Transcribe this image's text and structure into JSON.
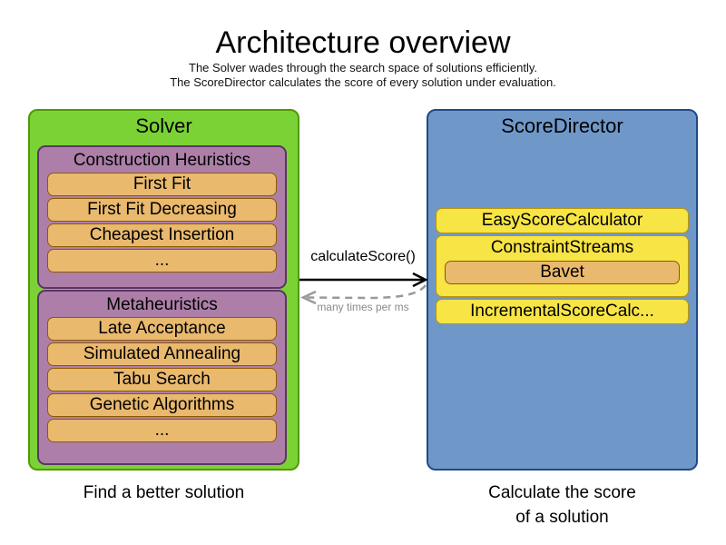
{
  "title": "Architecture overview",
  "subtitle_line1": "The Solver wades through the search space of solutions efficiently.",
  "subtitle_line2": "The ScoreDirector calculates the score of every solution under evaluation.",
  "solver": {
    "title": "Solver",
    "caption": "Find a better solution",
    "sections": [
      {
        "title": "Construction Heuristics",
        "items": [
          "First Fit",
          "First Fit Decreasing",
          "Cheapest Insertion",
          "..."
        ]
      },
      {
        "title": "Metaheuristics",
        "items": [
          "Late Acceptance",
          "Simulated Annealing",
          "Tabu Search",
          "Genetic Algorithms",
          "..."
        ]
      }
    ]
  },
  "score_director": {
    "title": "ScoreDirector",
    "caption_line1": "Calculate the score",
    "caption_line2": "of a solution",
    "calculators": [
      {
        "title": "EasyScoreCalculator",
        "items": []
      },
      {
        "title": "ConstraintStreams",
        "items": [
          "Bavet"
        ]
      },
      {
        "title": "IncrementalScoreCalc...",
        "items": []
      }
    ]
  },
  "arrows": {
    "call_label": "calculateScore()",
    "frequency_label": "many times per ms"
  },
  "colors": {
    "solver_fill": "#7bd235",
    "solver_border": "#4e9a06",
    "section_fill": "#ad7fa8",
    "section_border": "#5c3566",
    "item_fill": "#e9b96e",
    "item_border": "#8f5902",
    "director_fill": "#6f98c9",
    "director_border": "#204a87",
    "calculator_fill": "#f7e445",
    "calculator_border": "#b8950a",
    "arrow_black": "#000000",
    "arrow_gray": "#999999"
  }
}
